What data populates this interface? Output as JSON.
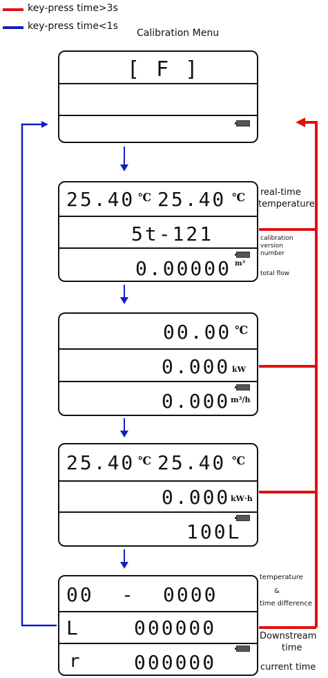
{
  "legend": {
    "items": [
      {
        "label": "key-press time>3s",
        "color": "#e01010"
      },
      {
        "label": "key-press time<1s",
        "color": "#1020c0"
      }
    ]
  },
  "title": "Calibration Menu",
  "panels": [
    {
      "name": "panel-1",
      "rows": [
        {
          "lcd": "[ F ]"
        },
        {
          "lcd": ""
        },
        {
          "lcd": "",
          "battery": true
        }
      ]
    },
    {
      "name": "panel-2",
      "rows": [
        {
          "lcd_left": "25.40",
          "unit_left": "℃",
          "lcd_right": "25.40",
          "unit_right": "℃"
        },
        {
          "lcd": "5t-121"
        },
        {
          "lcd": "0.00000",
          "unit": "m³",
          "battery": true
        }
      ],
      "annotations": [
        "real-time",
        "temperature",
        "calibration",
        "version",
        "number",
        "total flow"
      ]
    },
    {
      "name": "panel-3",
      "rows": [
        {
          "lcd": "00.00",
          "unit": "℃"
        },
        {
          "lcd": "0.000",
          "unit": "kW"
        },
        {
          "lcd": "0.000",
          "unit": "m³/h",
          "battery": true
        }
      ]
    },
    {
      "name": "panel-4",
      "rows": [
        {
          "lcd_left": "25.40",
          "unit_left": "℃",
          "lcd_right": "25.40",
          "unit_right": "℃"
        },
        {
          "lcd": "0.000",
          "unit": "kW·h"
        },
        {
          "lcd": "100L",
          "battery": true
        }
      ]
    },
    {
      "name": "panel-5",
      "rows": [
        {
          "lcd_left": "00",
          "lcd_mid": "-",
          "lcd_right": "0000"
        },
        {
          "lcd_left": "L",
          "lcd_right": "000000"
        },
        {
          "lcd_left": "r",
          "lcd_right": "000000",
          "battery": true
        }
      ],
      "annotations": [
        "temperature",
        "&",
        "time difference",
        "Downstream",
        "time",
        "current time"
      ]
    }
  ],
  "colors": {
    "red_arrow": "#e01010",
    "blue_arrow": "#1020c0",
    "lcd_text": "#111111"
  }
}
